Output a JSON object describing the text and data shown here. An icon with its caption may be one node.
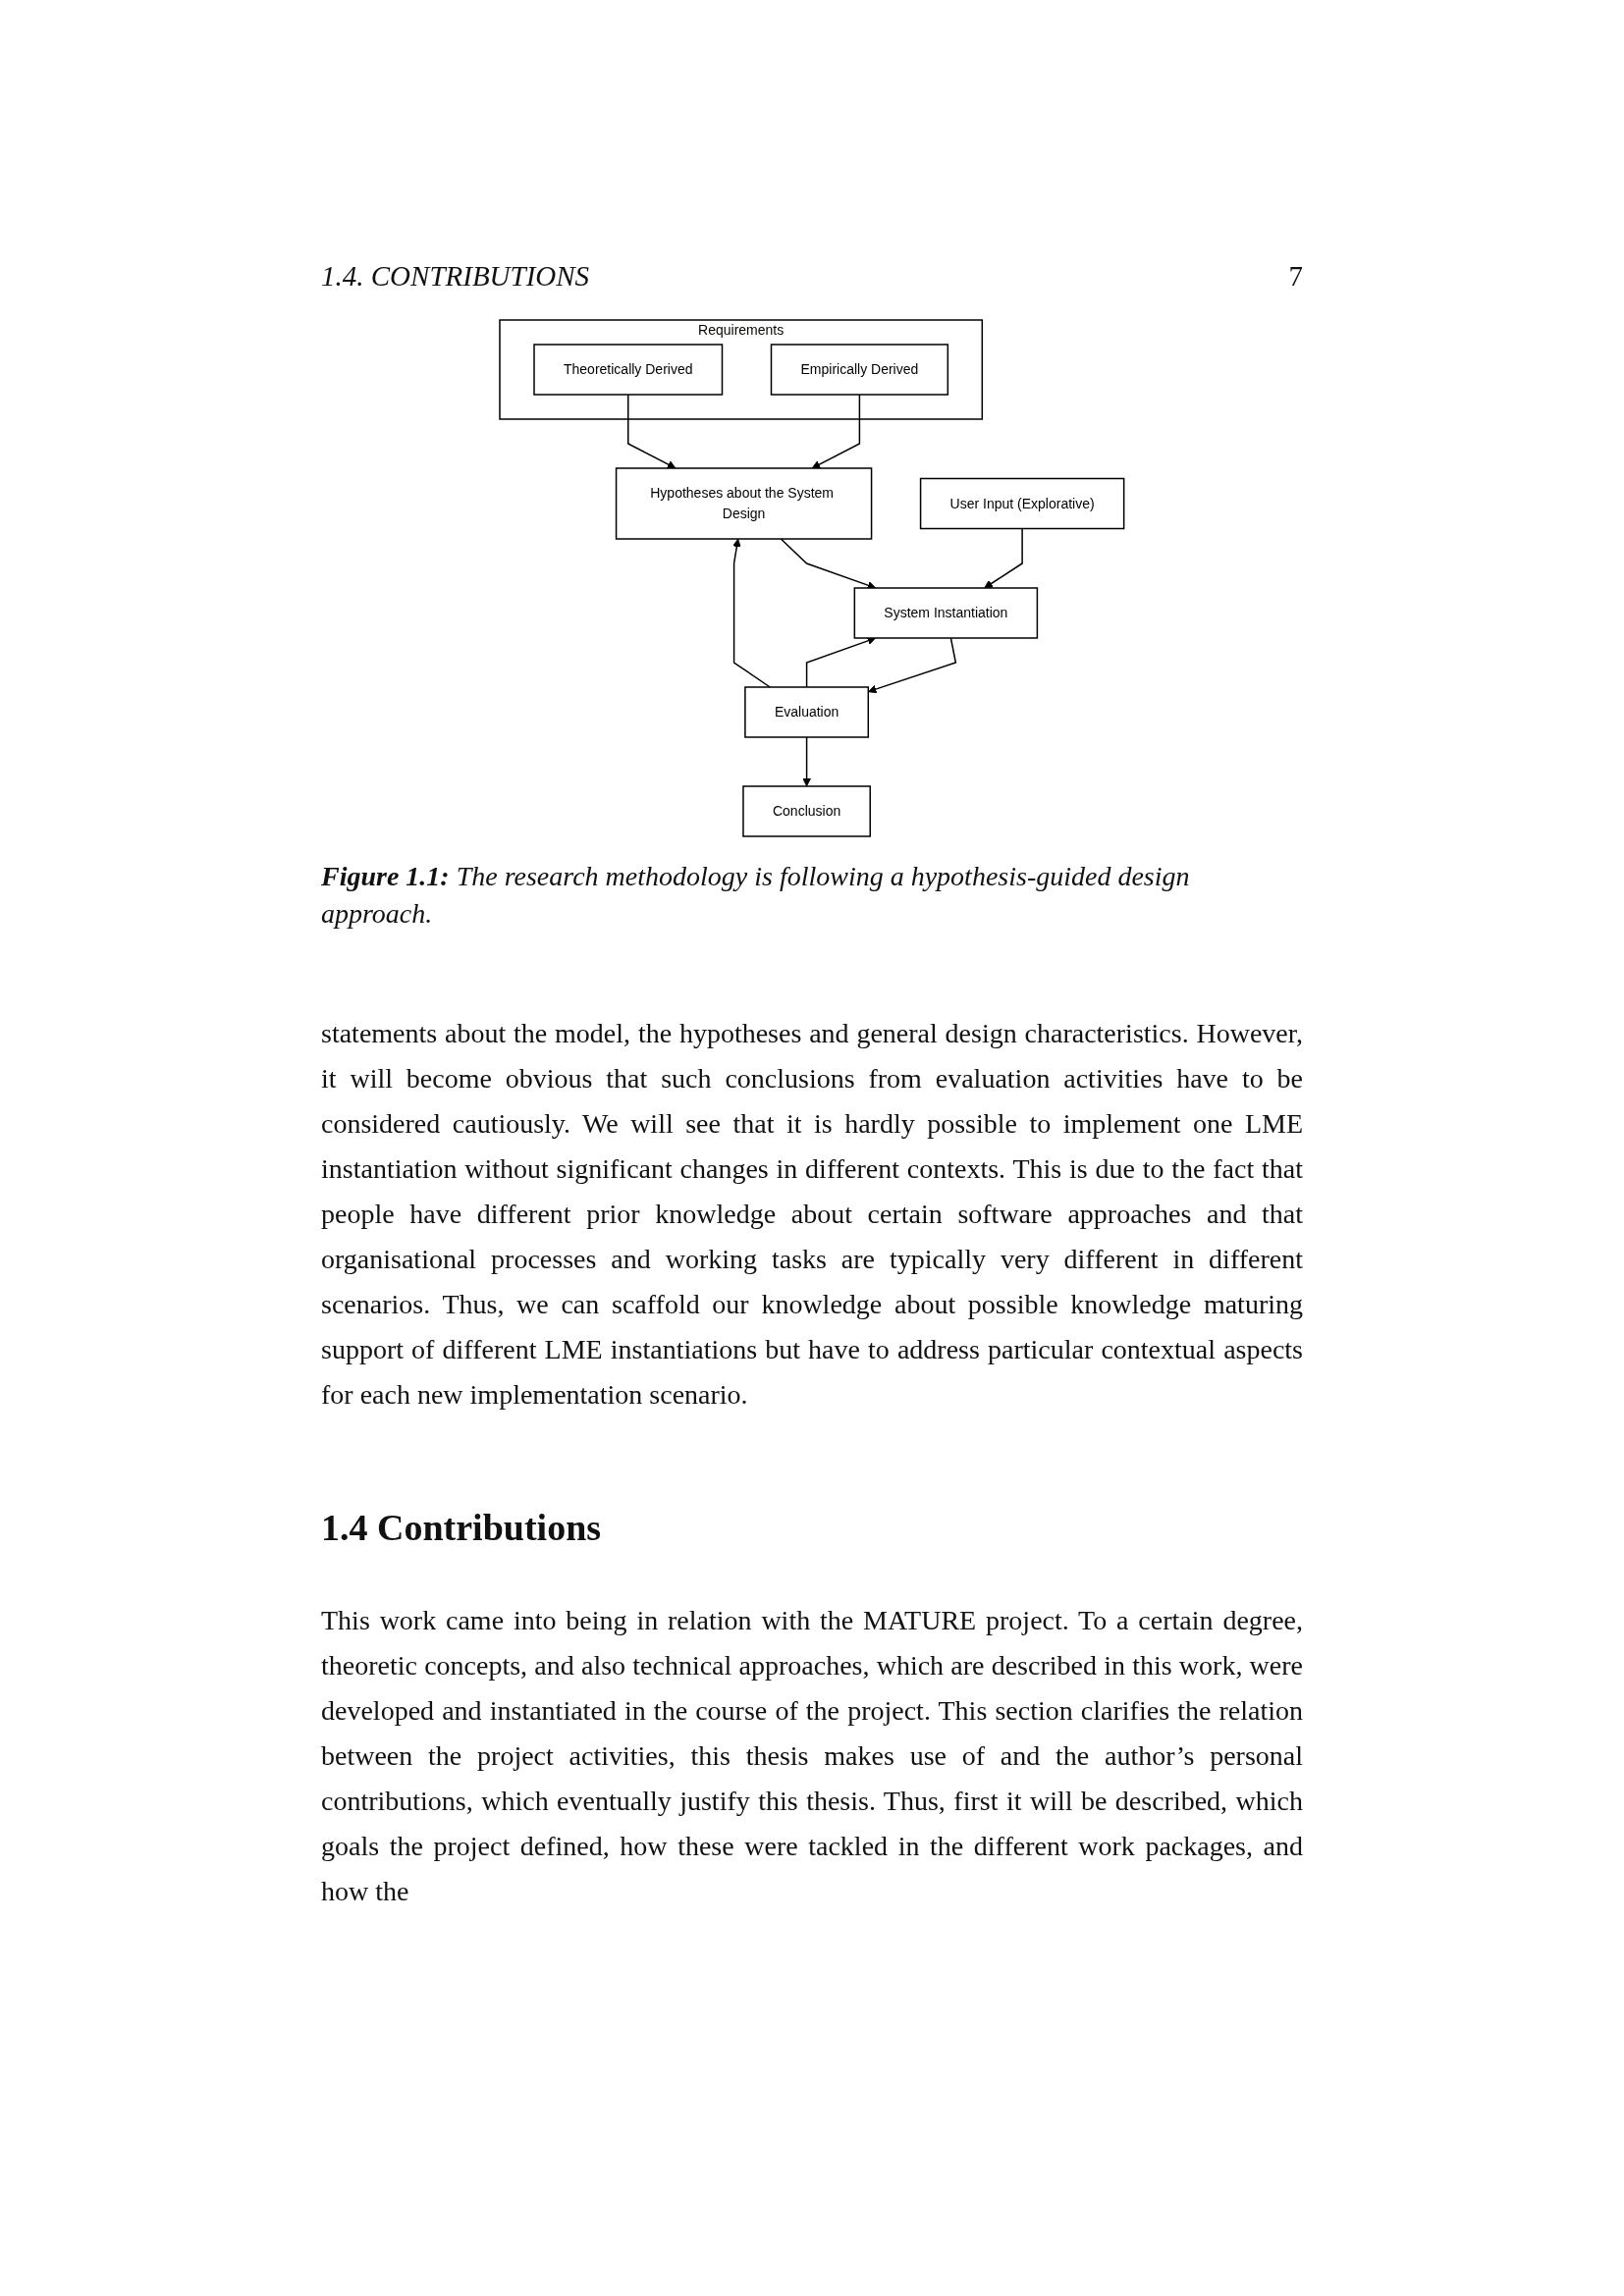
{
  "diagram": {
    "caption": "**Figure 1.1:** The research methodology is following a hypothesis-guided design approach.",
    "nodes": [
      {
        "text": [
          "Requirements"
        ]
      },
      {
        "text": [
          "Theoretically Derived"
        ],
        "in": 0
      },
      {
        "text": [
          "Empirically Derived"
        ],
        "in": 0
      },
      {
        "text": [
          "Hypotheses about the System Design"
        ]
      },
      {
        "text": [
          "User Input (Explorative)"
        ]
      },
      {
        "text": [
          "System Instantiation"
        ]
      },
      {
        "text": [
          "Evaluation"
        ]
      },
      {
        "text": [
          "Conclusion"
        ]
      }
    ],
    "edges": [
      {
        "from": 1,
        "to": 3,
        "arrow": "to"
      },
      {
        "from": 2,
        "to": 3,
        "arrow": "to"
      },
      {
        "from": 3,
        "to": 5,
        "arrow": "to"
      },
      {
        "from": 4,
        "to": 5,
        "arrow": "to"
      },
      {
        "from": 5,
        "to": 6,
        "arrow": "to"
      },
      {
        "from": 6,
        "to": 7,
        "arrow": "to"
      },
      {
        "from": 6,
        "to": 3,
        "arrow": "to"
      },
      {
        "from": 6,
        "to": 5,
        "arrow": "to"
      }
    ],
    "labels": [
      "1.4. CONTRIBUTIONS",
      "7",
      "statements about the model, the hypotheses and general design characteristics. However, it will become obvious that such conclusions from evaluation activities have to be considered cautiously. We will see that it is hardly possible to implement one LME instantiation without significant changes in different contexts. This is due to the fact that people have different prior knowledge about certain software approaches and that organisational processes and working tasks are typically very different in different scenarios. Thus, we can scaffold our knowledge about possible knowledge maturing support of different LME instantiations but have to address particular contextual aspects for each new implementation scenario.",
      "1.4 Contributions",
      "This work came into being in relation with the MATURE project. To a certain degree, theoretic concepts, and also technical approaches, which are described in this work, were developed and instantiated in the course of the project. This section clarifies the relation between the project activities, this thesis makes use of and the author’s personal contributions, which eventually justify this thesis. Thus, first it will be described, which goals the project defined, how these were tackled in the different work packages, and how the"
    ]
  }
}
